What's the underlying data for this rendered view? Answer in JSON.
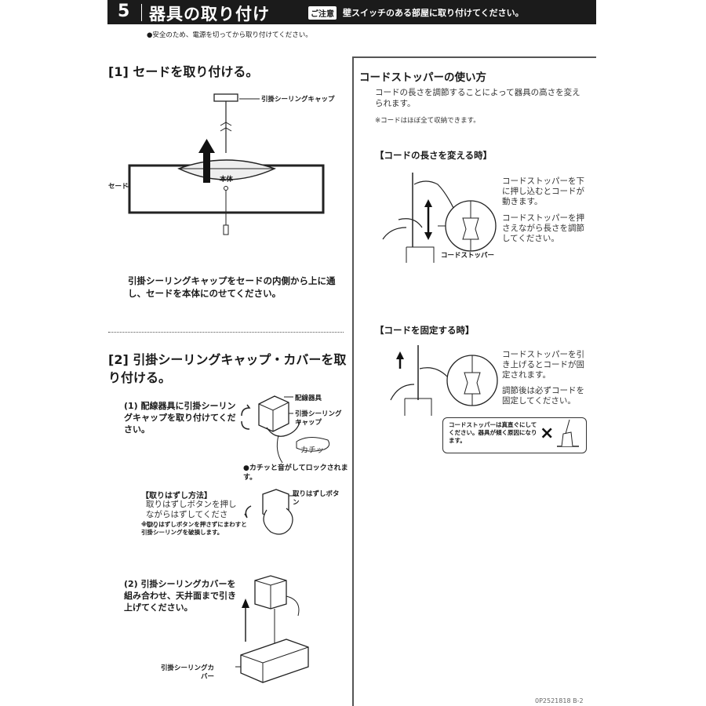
{
  "header": {
    "step_number": "5",
    "title": "器具の取り付け",
    "notice_badge": "ご注意",
    "notice_text": "壁スイッチのある部屋に取り付けてください。"
  },
  "safety_note": "●安全のため、電源を切ってから取り付けてください。",
  "step1": {
    "title": "[1] セードを取り付ける。",
    "labels": {
      "cap": "引掛シーリングキャップ",
      "shade": "セード",
      "body": "本体"
    },
    "text": "引掛シーリングキャップをセードの内側から上に通し、セードを本体にのせてください。"
  },
  "step2": {
    "title": "[2] 引掛シーリングキャップ・カバーを取り付ける。",
    "sub1": {
      "text": "(1) 配線器具に引掛シーリングキャップを取り付けてください。",
      "label_wiring": "配線器具",
      "label_cap": "引掛シーリングキャップ",
      "click": "カチッ",
      "note": "●カチッと音がしてロックされます。"
    },
    "removal": {
      "heading": "【取りはずし方法】",
      "body": "取りはずしボタンを押しながらはずしてください。",
      "warning": "※取りはずしボタンを押さずにまわすと引掛シーリングを破損します。",
      "label_button": "取りはずしボタン"
    },
    "sub2": {
      "text": "(2) 引掛シーリングカバーを組み合わせ、天井面まで引き上げてください。",
      "label_cover": "引掛シーリングカバー"
    }
  },
  "cord_stopper": {
    "title": "コードストッパーの使い方",
    "intro": "コードの長さを調節することによって器具の高さを変えられます。",
    "note": "※コードはほぼ全て収納できます。",
    "change_length": {
      "heading": "【コードの長さを変える時】",
      "text1": "コードストッパーを下に押し込むとコードが動きます。",
      "text2": "コードストッパーを押さえながら長さを調節してください。",
      "label": "コードストッパー"
    },
    "fix": {
      "heading": "【コードを固定する時】",
      "text1": "コードストッパーを引き上げるとコードが固定されます。",
      "text2": "調節後は必ずコードを固定してください。"
    },
    "warning": "コードストッパーは真直ぐにしてください。器具が傾く原因になります。"
  },
  "page_code": "0P2521818 B-2"
}
